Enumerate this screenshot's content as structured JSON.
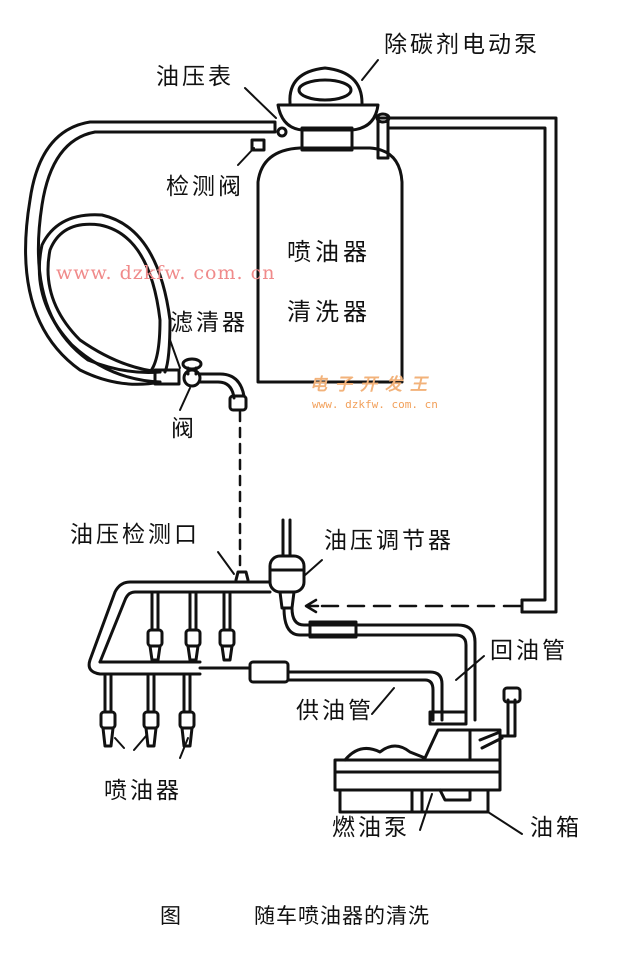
{
  "diagram": {
    "title": "随车喷油器的清洗",
    "figure_prefix": "图",
    "labels": {
      "pump": "除碳剂电动泵",
      "gauge": "油压表",
      "check_valve": "检测阀",
      "cleaner_line1": "喷油器",
      "cleaner_line2": "清洗器",
      "filter": "滤清器",
      "valve": "阀",
      "test_port": "油压检测口",
      "regulator": "油压调节器",
      "return_line": "回油管",
      "supply_line": "供油管",
      "injectors": "喷油器",
      "fuel_pump": "燃油泵",
      "fuel_tank": "油箱"
    },
    "watermarks": {
      "url_large": "www. dzkfw. com. cn",
      "brand": "电子开发王",
      "url_small": "www. dzkfw. com. cn"
    },
    "connections": [
      {
        "from": "喷油器清洗器",
        "to": "油压检测口",
        "via": [
          "检测阀",
          "滤清器",
          "阀"
        ],
        "style": "hose + dashed"
      },
      {
        "from": "喷油器清洗器",
        "to": "油压调节器",
        "via": [
          "回油管"
        ],
        "style": "pipe + dashed arrow"
      },
      {
        "from": "燃油泵",
        "to": "油压检测口",
        "via": [
          "供油管"
        ],
        "style": "pipe"
      }
    ],
    "colors": {
      "line": "#111111",
      "watermark_red": "#f08a8a",
      "watermark_orange": "#f2b27a"
    }
  }
}
